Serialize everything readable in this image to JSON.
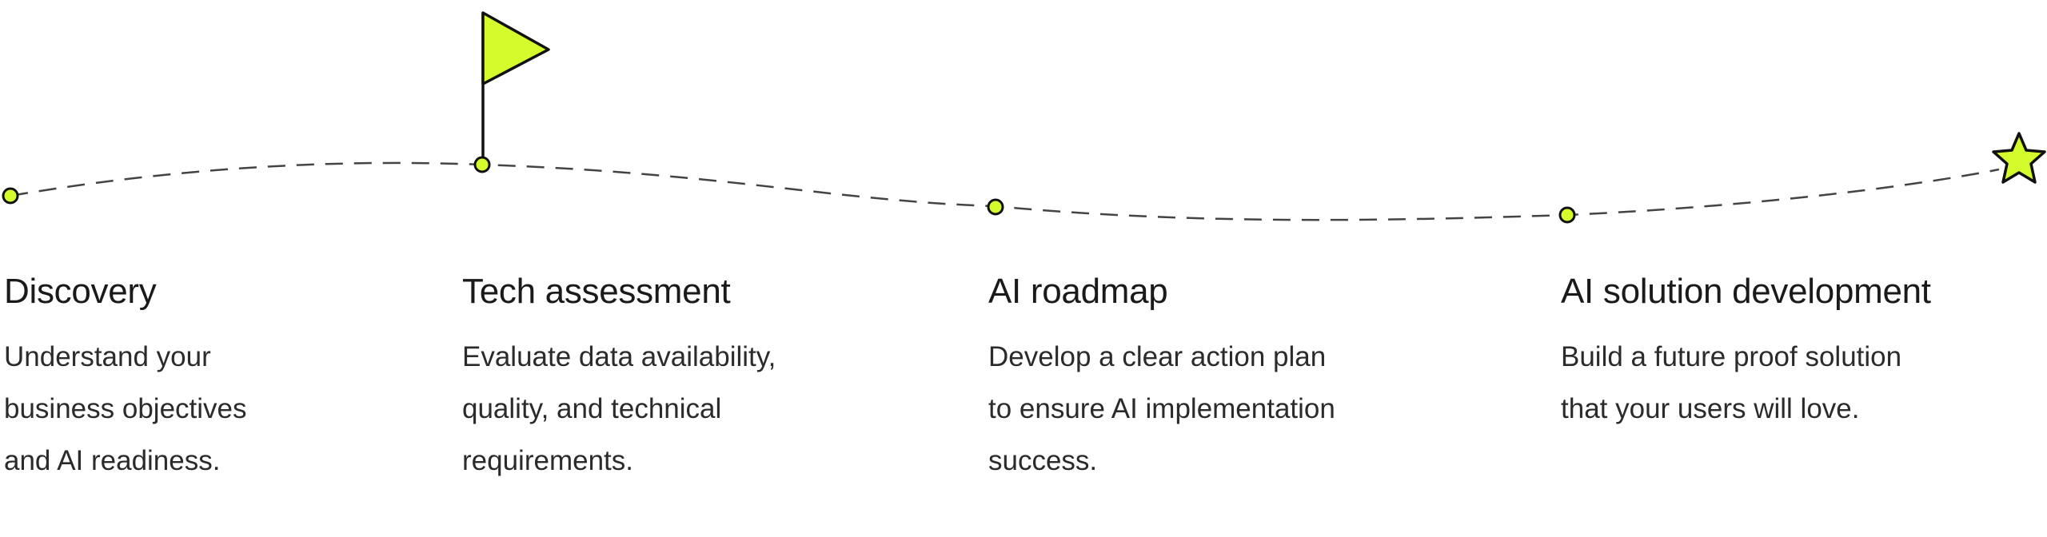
{
  "colors": {
    "accent": "#d4fc2c",
    "stroke": "#111111",
    "dash": "#444444",
    "title": "#1a1a1a",
    "body": "#2b2b2b"
  },
  "markers": {
    "start": "dot",
    "step_1": "flag-icon",
    "end": "star-icon"
  },
  "steps": [
    {
      "title": "Discovery",
      "lines": [
        "Understand your",
        "business objectives",
        "and AI readiness."
      ]
    },
    {
      "title": "Tech assessment",
      "lines": [
        "Evaluate data availability,",
        "quality, and technical",
        "requirements."
      ]
    },
    {
      "title": "AI roadmap",
      "lines": [
        "Develop a clear action plan",
        "to ensure AI implementation",
        "success."
      ]
    },
    {
      "title": "AI solution development",
      "lines": [
        "Build a future proof solution",
        "that your users will love."
      ]
    }
  ]
}
